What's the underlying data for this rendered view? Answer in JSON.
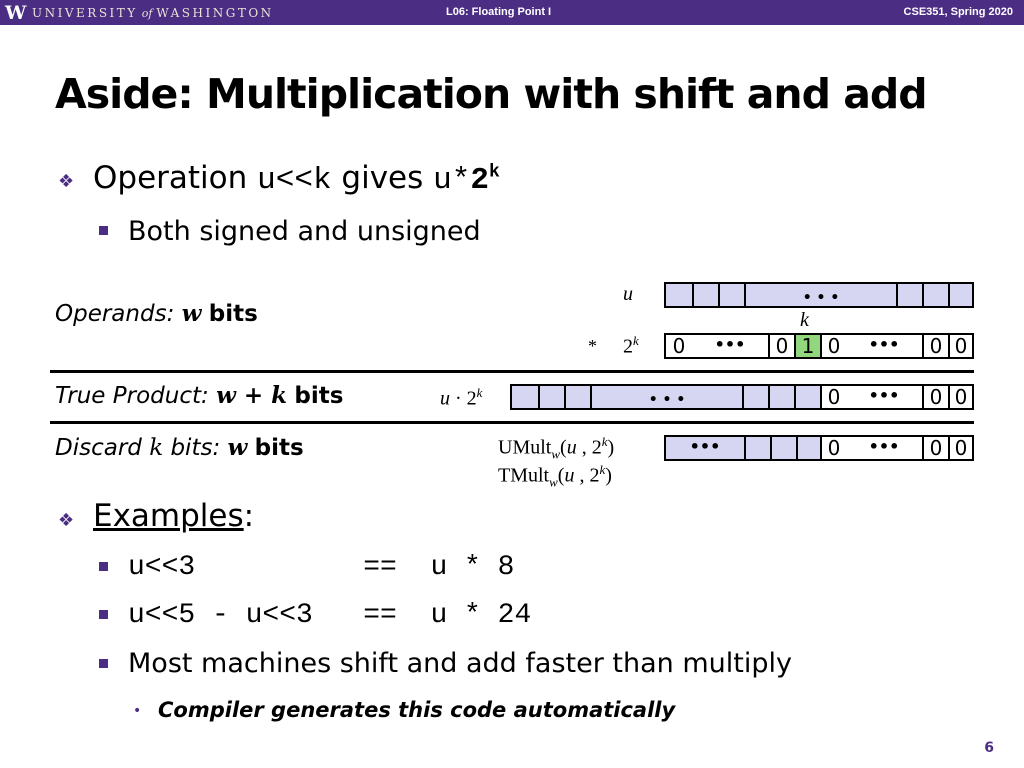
{
  "header": {
    "logo_letter": "W",
    "university_pre": "UNIVERSITY",
    "university_of": "of",
    "university_post": "WASHINGTON",
    "lecture": "L06: Floating Point I",
    "course": "CSE351, Spring 2020"
  },
  "title": "Aside: Multiplication with shift and add",
  "bullets": {
    "operation_word": "Operation",
    "operation_code": "u<<k",
    "gives_word": "gives",
    "result_code": "u*",
    "result_base": "2",
    "result_exp": "k",
    "both": "Both signed and unsigned",
    "examples": "Examples",
    "examples_colon": ":",
    "ex1": "u<<3          ==  u * 8",
    "ex2": "u<<5 - u<<3   ==  u * 24",
    "most": "Most machines shift and add faster than multiply",
    "compiler": "Compiler generates this code automatically"
  },
  "diagram": {
    "operands_label": "Operands:",
    "operands_w": "w",
    "operands_bits": "bits",
    "u_label": "u",
    "k_label": "k",
    "times": "*",
    "two": "2",
    "two_exp": "k",
    "true_label": "True Product:",
    "true_wk": "w + k",
    "true_bits": "bits",
    "product_u": "u",
    "product_dot": "·",
    "product_two": "2",
    "product_exp": "k",
    "discard_label_a": "Discard",
    "discard_k": "k",
    "discard_label_b": "bits:",
    "discard_w": "w",
    "discard_bits": "bits",
    "umult": "UMult",
    "tmult": "TMult",
    "sub_w": "w",
    "args_u": "u",
    "args_sep": " , 2",
    "args_exp": "k",
    "cells": {
      "zero": "0",
      "one": "1",
      "dots": "•••",
      "spaced_dots": "• • •"
    }
  },
  "page_number": "6"
}
